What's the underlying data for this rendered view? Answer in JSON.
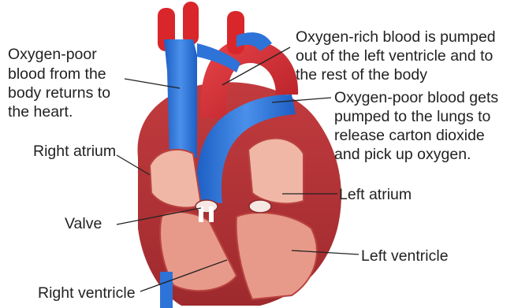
{
  "labels": {
    "deoxy_return_1": "Oxygen-poor",
    "deoxy_return_2": "blood from the",
    "deoxy_return_3": "body returns to",
    "deoxy_return_4": "the heart.",
    "oxy_out_1": "Oxygen-rich blood is pumped",
    "oxy_out_2": "out of the left ventricle and to",
    "oxy_out_3": "the rest of the body",
    "deoxy_lungs_1": "Oxygen-poor blood gets",
    "deoxy_lungs_2": "pumped to the lungs to",
    "deoxy_lungs_3": "release carton dioxide",
    "deoxy_lungs_4": "and pick up oxygen.",
    "right_atrium": "Right atrium",
    "left_atrium": "Left atrium",
    "valve": "Valve",
    "left_ventricle": "Left ventricle",
    "right_ventricle": "Right ventricle"
  },
  "colors": {
    "oxygen_rich": "#d9262b",
    "oxygen_poor": "#2e73d8",
    "muscle": "#c84a4a",
    "chamber": "#f0b7a6",
    "leader_line": "#222222"
  }
}
